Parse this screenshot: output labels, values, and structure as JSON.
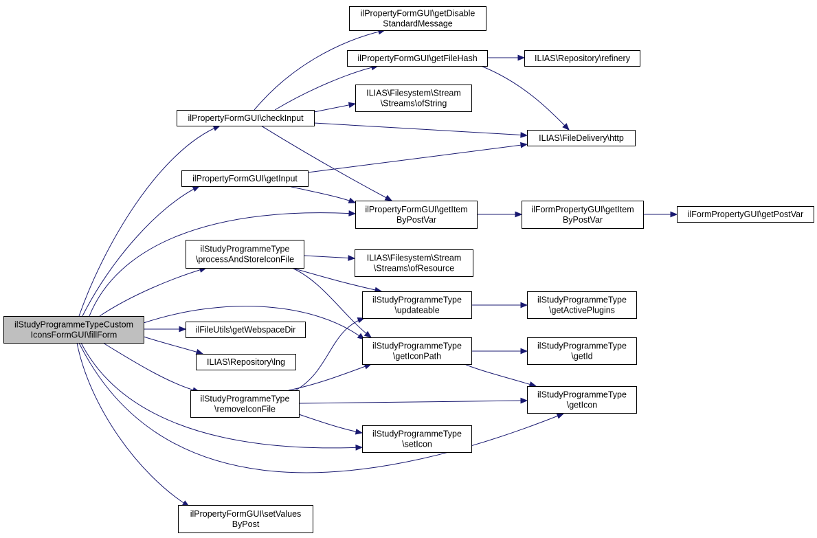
{
  "graph": {
    "edge_color": "#191970",
    "root_fill": "#bfbfbf",
    "node_fill": "#ffffff",
    "nodes": [
      {
        "id": "fillForm",
        "lines": [
          "ilStudyProgrammeTypeCustom",
          "IconsFormGUI\\fillForm"
        ]
      },
      {
        "id": "getDisable",
        "lines": [
          "ilPropertyFormGUI\\getDisable",
          "StandardMessage"
        ]
      },
      {
        "id": "getFileHash",
        "lines": [
          "ilPropertyFormGUI\\getFileHash"
        ]
      },
      {
        "id": "refinery",
        "lines": [
          "ILIAS\\Repository\\refinery"
        ]
      },
      {
        "id": "ofString",
        "lines": [
          "ILIAS\\Filesystem\\Stream",
          "\\Streams\\ofString"
        ]
      },
      {
        "id": "checkInput",
        "lines": [
          "ilPropertyFormGUI\\checkInput"
        ]
      },
      {
        "id": "http",
        "lines": [
          "ILIAS\\FileDelivery\\http"
        ]
      },
      {
        "id": "getInput",
        "lines": [
          "ilPropertyFormGUI\\getInput"
        ]
      },
      {
        "id": "getItemByPostVar",
        "lines": [
          "ilPropertyFormGUI\\getItem",
          "ByPostVar"
        ]
      },
      {
        "id": "fpGetItemByPostVar",
        "lines": [
          "ilFormPropertyGUI\\getItem",
          "ByPostVar"
        ]
      },
      {
        "id": "getPostVar",
        "lines": [
          "ilFormPropertyGUI\\getPostVar"
        ]
      },
      {
        "id": "processAndStore",
        "lines": [
          "ilStudyProgrammeType",
          "\\processAndStoreIconFile"
        ]
      },
      {
        "id": "ofResource",
        "lines": [
          "ILIAS\\Filesystem\\Stream",
          "\\Streams\\ofResource"
        ]
      },
      {
        "id": "updateable",
        "lines": [
          "ilStudyProgrammeType",
          "\\updateable"
        ]
      },
      {
        "id": "getActivePlugins",
        "lines": [
          "ilStudyProgrammeType",
          "\\getActivePlugins"
        ]
      },
      {
        "id": "getWebspaceDir",
        "lines": [
          "ilFileUtils\\getWebspaceDir"
        ]
      },
      {
        "id": "getIconPath",
        "lines": [
          "ilStudyProgrammeType",
          "\\getIconPath"
        ]
      },
      {
        "id": "getId",
        "lines": [
          "ilStudyProgrammeType",
          "\\getId"
        ]
      },
      {
        "id": "lng",
        "lines": [
          "ILIAS\\Repository\\lng"
        ]
      },
      {
        "id": "removeIconFile",
        "lines": [
          "ilStudyProgrammeType",
          "\\removeIconFile"
        ]
      },
      {
        "id": "getIcon",
        "lines": [
          "ilStudyProgrammeType",
          "\\getIcon"
        ]
      },
      {
        "id": "setIcon",
        "lines": [
          "ilStudyProgrammeType",
          "\\setIcon"
        ]
      },
      {
        "id": "setValues",
        "lines": [
          "ilPropertyFormGUI\\setValues",
          "ByPost"
        ]
      }
    ],
    "edges": [
      [
        "fillForm",
        "checkInput"
      ],
      [
        "fillForm",
        "getInput"
      ],
      [
        "fillForm",
        "getItemByPostVar"
      ],
      [
        "fillForm",
        "processAndStore"
      ],
      [
        "fillForm",
        "getIconPath"
      ],
      [
        "fillForm",
        "getWebspaceDir"
      ],
      [
        "fillForm",
        "lng"
      ],
      [
        "fillForm",
        "removeIconFile"
      ],
      [
        "fillForm",
        "setIcon"
      ],
      [
        "fillForm",
        "getIcon"
      ],
      [
        "fillForm",
        "setValues"
      ],
      [
        "checkInput",
        "getDisable"
      ],
      [
        "checkInput",
        "getFileHash"
      ],
      [
        "checkInput",
        "ofString"
      ],
      [
        "checkInput",
        "http"
      ],
      [
        "checkInput",
        "getItemByPostVar"
      ],
      [
        "getFileHash",
        "refinery"
      ],
      [
        "getFileHash",
        "http"
      ],
      [
        "getInput",
        "http"
      ],
      [
        "getInput",
        "getItemByPostVar"
      ],
      [
        "getItemByPostVar",
        "fpGetItemByPostVar"
      ],
      [
        "fpGetItemByPostVar",
        "getPostVar"
      ],
      [
        "processAndStore",
        "ofResource"
      ],
      [
        "processAndStore",
        "updateable"
      ],
      [
        "processAndStore",
        "getIconPath"
      ],
      [
        "updateable",
        "getActivePlugins"
      ],
      [
        "getIconPath",
        "getId"
      ],
      [
        "getIconPath",
        "getIcon"
      ],
      [
        "removeIconFile",
        "updateable"
      ],
      [
        "removeIconFile",
        "getIconPath"
      ],
      [
        "removeIconFile",
        "getIcon"
      ],
      [
        "removeIconFile",
        "setIcon"
      ]
    ]
  }
}
